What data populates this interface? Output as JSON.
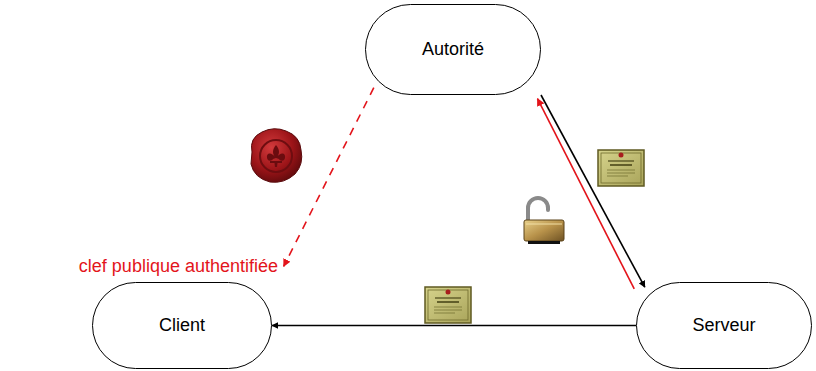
{
  "diagram": {
    "nodes": [
      {
        "text": [
          "Autorité"
        ]
      },
      {
        "text": [
          "Client"
        ]
      },
      {
        "text": [
          "Serveur"
        ]
      }
    ],
    "edges": [
      {
        "from": 2,
        "to": 1,
        "arrow": "to"
      },
      {
        "from": 0,
        "to": 2,
        "arrow": "to"
      },
      {
        "from": 2,
        "to": 0,
        "arrow": "to"
      },
      {
        "from": 0,
        "to": 1,
        "arrow": "to"
      }
    ],
    "labels": [
      "clef publique authentifiée"
    ]
  }
}
